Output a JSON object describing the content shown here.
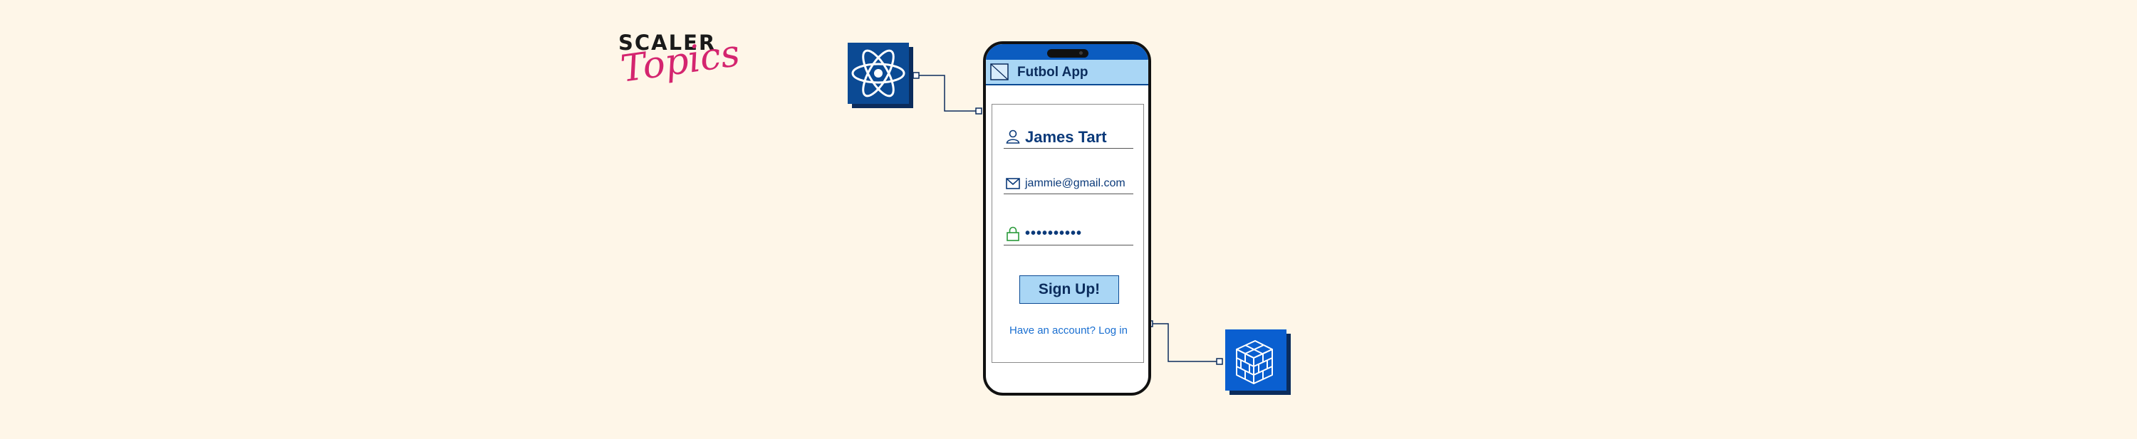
{
  "logo": {
    "line1": "SCALER",
    "line2": "Topics"
  },
  "icons": {
    "frontend": "react-atom-icon",
    "backend": "brick-wall-icon"
  },
  "app": {
    "title": "Futbol App",
    "form": {
      "name_value": "James Tart",
      "email_value": "jammie@gmail.com",
      "password_value": "••••••••••",
      "signup_label": "Sign Up!",
      "login_prompt": "Have an account? Log in"
    }
  },
  "colors": {
    "background": "#fef6e8",
    "accent_dark": "#0b4a94",
    "accent_light": "#a9d6f5",
    "brand_pink": "#d4256f"
  }
}
